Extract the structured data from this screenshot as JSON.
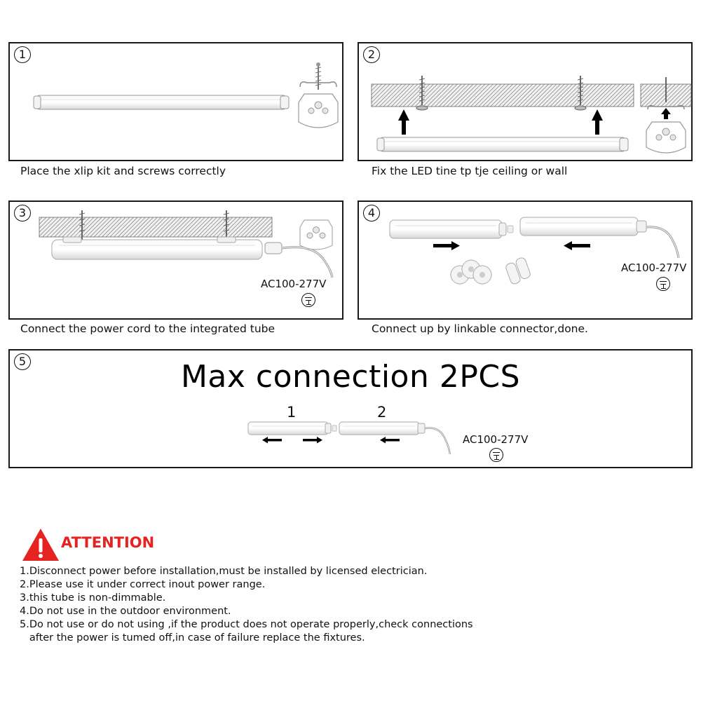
{
  "panels": [
    {
      "number": "1",
      "caption": "Place the xlip kit and  screws correctly"
    },
    {
      "number": "2",
      "caption": "Fix the LED tine tp tje ceiling or wall"
    },
    {
      "number": "3",
      "caption": "Connect the power cord to the integrated tube",
      "voltage": "AC100-277V"
    },
    {
      "number": "4",
      "caption": "Connect up by linkable connector,done.",
      "voltage": "AC100-277V"
    },
    {
      "number": "5",
      "title": "Max connection 2PCS",
      "segment_1": "1",
      "segment_2": "2",
      "voltage": "AC100-277V"
    }
  ],
  "attention": {
    "heading": "ATTENTION",
    "items": [
      "1.Disconnect power before installation,must be installed by licensed electrician.",
      "2.Please use it under correct inout power range.",
      "3.this tube is non-dimmable.",
      "4.Do not use in the outdoor environment.",
      "5.Do not use or do not using ,if the product does not operate properly,check connections\n   after the power is tumed off,in case of failure replace the fixtures."
    ]
  },
  "icons": {
    "ground": "ground-symbol-icon",
    "warning": "warning-triangle-icon"
  },
  "colors": {
    "attention_red": "#e52320",
    "border": "#1a1a1a"
  }
}
